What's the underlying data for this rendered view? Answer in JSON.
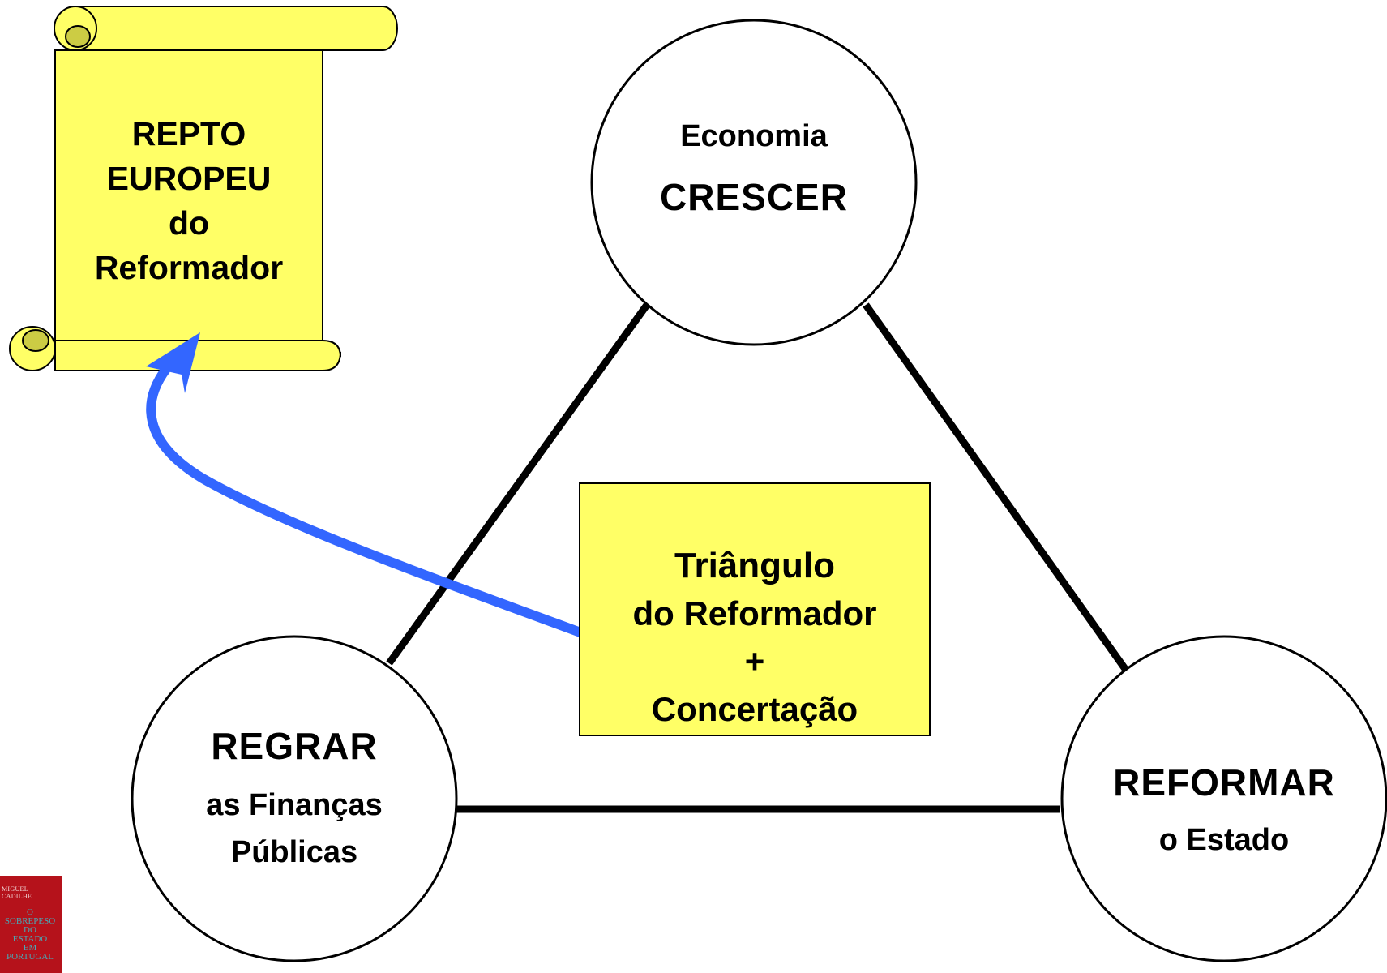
{
  "scroll": {
    "line1": "REPTO",
    "line2": "EUROPEU",
    "line3": "do",
    "line4": "Reformador"
  },
  "top_circle": {
    "title": "Economia",
    "keyword": "CRESCER"
  },
  "left_circle": {
    "keyword": "REGRAR",
    "line1": "as Finanças",
    "line2": "Públicas"
  },
  "right_circle": {
    "keyword": "REFORMAR",
    "line1": "o Estado"
  },
  "center_box": {
    "line1": "Triângulo",
    "line2": "do Reformador",
    "line3": "+",
    "line4": "Concertação"
  },
  "book_cover": {
    "author_line1": "MIGUEL",
    "author_line2": "CADILHE",
    "title_line1": "O",
    "title_line2": "SOBREPESO",
    "title_line3": "DO",
    "title_line4": "ESTADO",
    "title_line5": "EM",
    "title_line6": "PORTUGAL"
  },
  "colors": {
    "yellow_fill": "#ffff66",
    "arrow": "#3366ff",
    "book_red": "#b5121b",
    "book_teal": "#4aa7b4"
  }
}
